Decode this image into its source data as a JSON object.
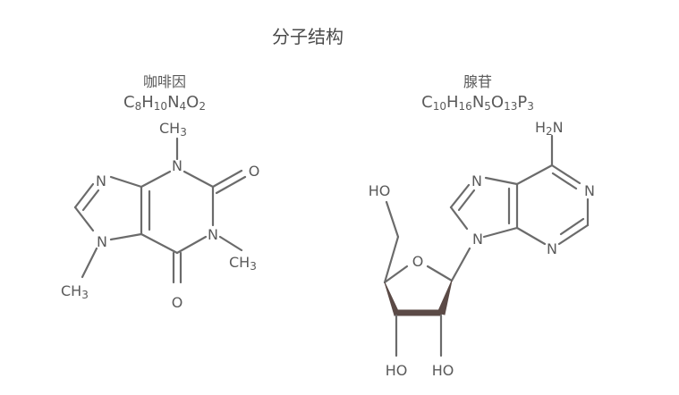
{
  "title": "分子结构",
  "molecules": [
    {
      "name": "咖啡因",
      "formula": {
        "parts": [
          "C",
          "8",
          "H",
          "10",
          "N",
          "4",
          "O",
          "2"
        ]
      },
      "atoms": [
        "N",
        "N",
        "N",
        "N",
        "O",
        "O",
        "CH",
        "3",
        "CH",
        "3",
        "CH",
        "3"
      ]
    },
    {
      "name": "腺苷",
      "formula": {
        "parts": [
          "C",
          "10",
          "H",
          "16",
          "N",
          "5",
          "O",
          "13",
          "P",
          "3"
        ]
      },
      "atoms": [
        "H",
        "2",
        "N",
        "N",
        "N",
        "N",
        "N",
        "O",
        "HO",
        "HO",
        "HO"
      ]
    }
  ],
  "colors": {
    "text": "#5a5a5a",
    "bond": "#6b6b6b",
    "wedge": "#5b4a46",
    "background": "#ffffff"
  }
}
